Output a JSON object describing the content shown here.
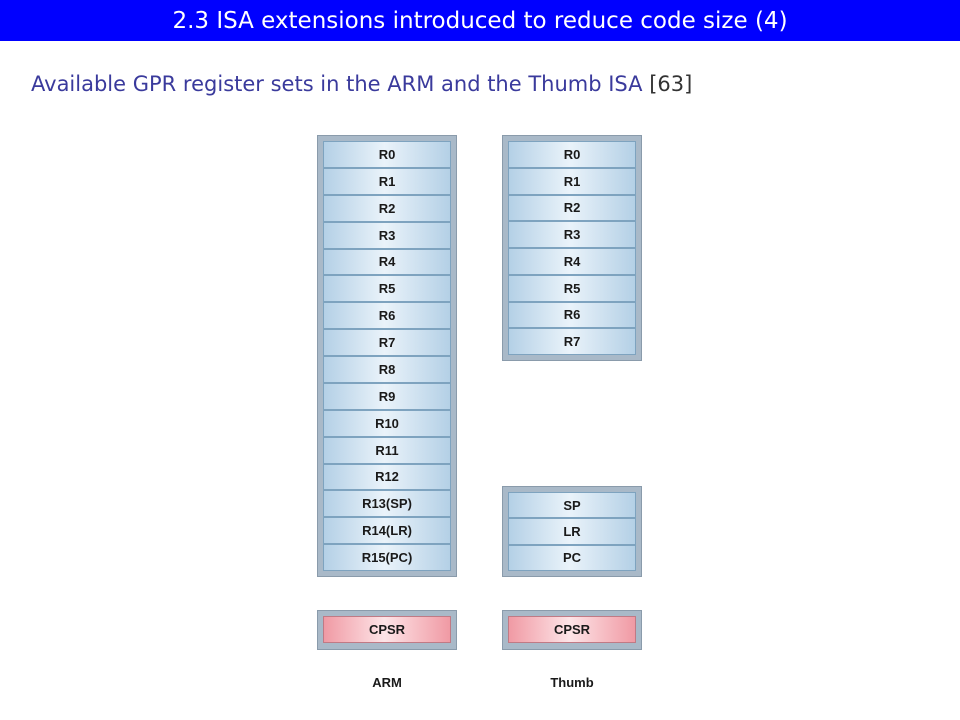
{
  "header": {
    "title": "2.3 ISA extensions introduced to reduce code size (4)"
  },
  "caption": {
    "text": "Available GPR register sets in the ARM and the Thumb ISA ",
    "reference": "[63]"
  },
  "arm": {
    "label": "ARM",
    "registers": [
      "R0",
      "R1",
      "R2",
      "R3",
      "R4",
      "R5",
      "R6",
      "R7",
      "R8",
      "R9",
      "R10",
      "R11",
      "R12",
      "R13(SP)",
      "R14(LR)",
      "R15(PC)"
    ],
    "status": "CPSR"
  },
  "thumb": {
    "label": "Thumb",
    "low_registers": [
      "R0",
      "R1",
      "R2",
      "R3",
      "R4",
      "R5",
      "R6",
      "R7"
    ],
    "special_registers": [
      "SP",
      "LR",
      "PC"
    ],
    "status": "CPSR"
  },
  "colors": {
    "title_bar": "#0000ff",
    "title_text": "#ffffff",
    "caption_text": "#3a3a9c",
    "register_fill": "#b4d0e6",
    "status_fill": "#f09aa4"
  }
}
